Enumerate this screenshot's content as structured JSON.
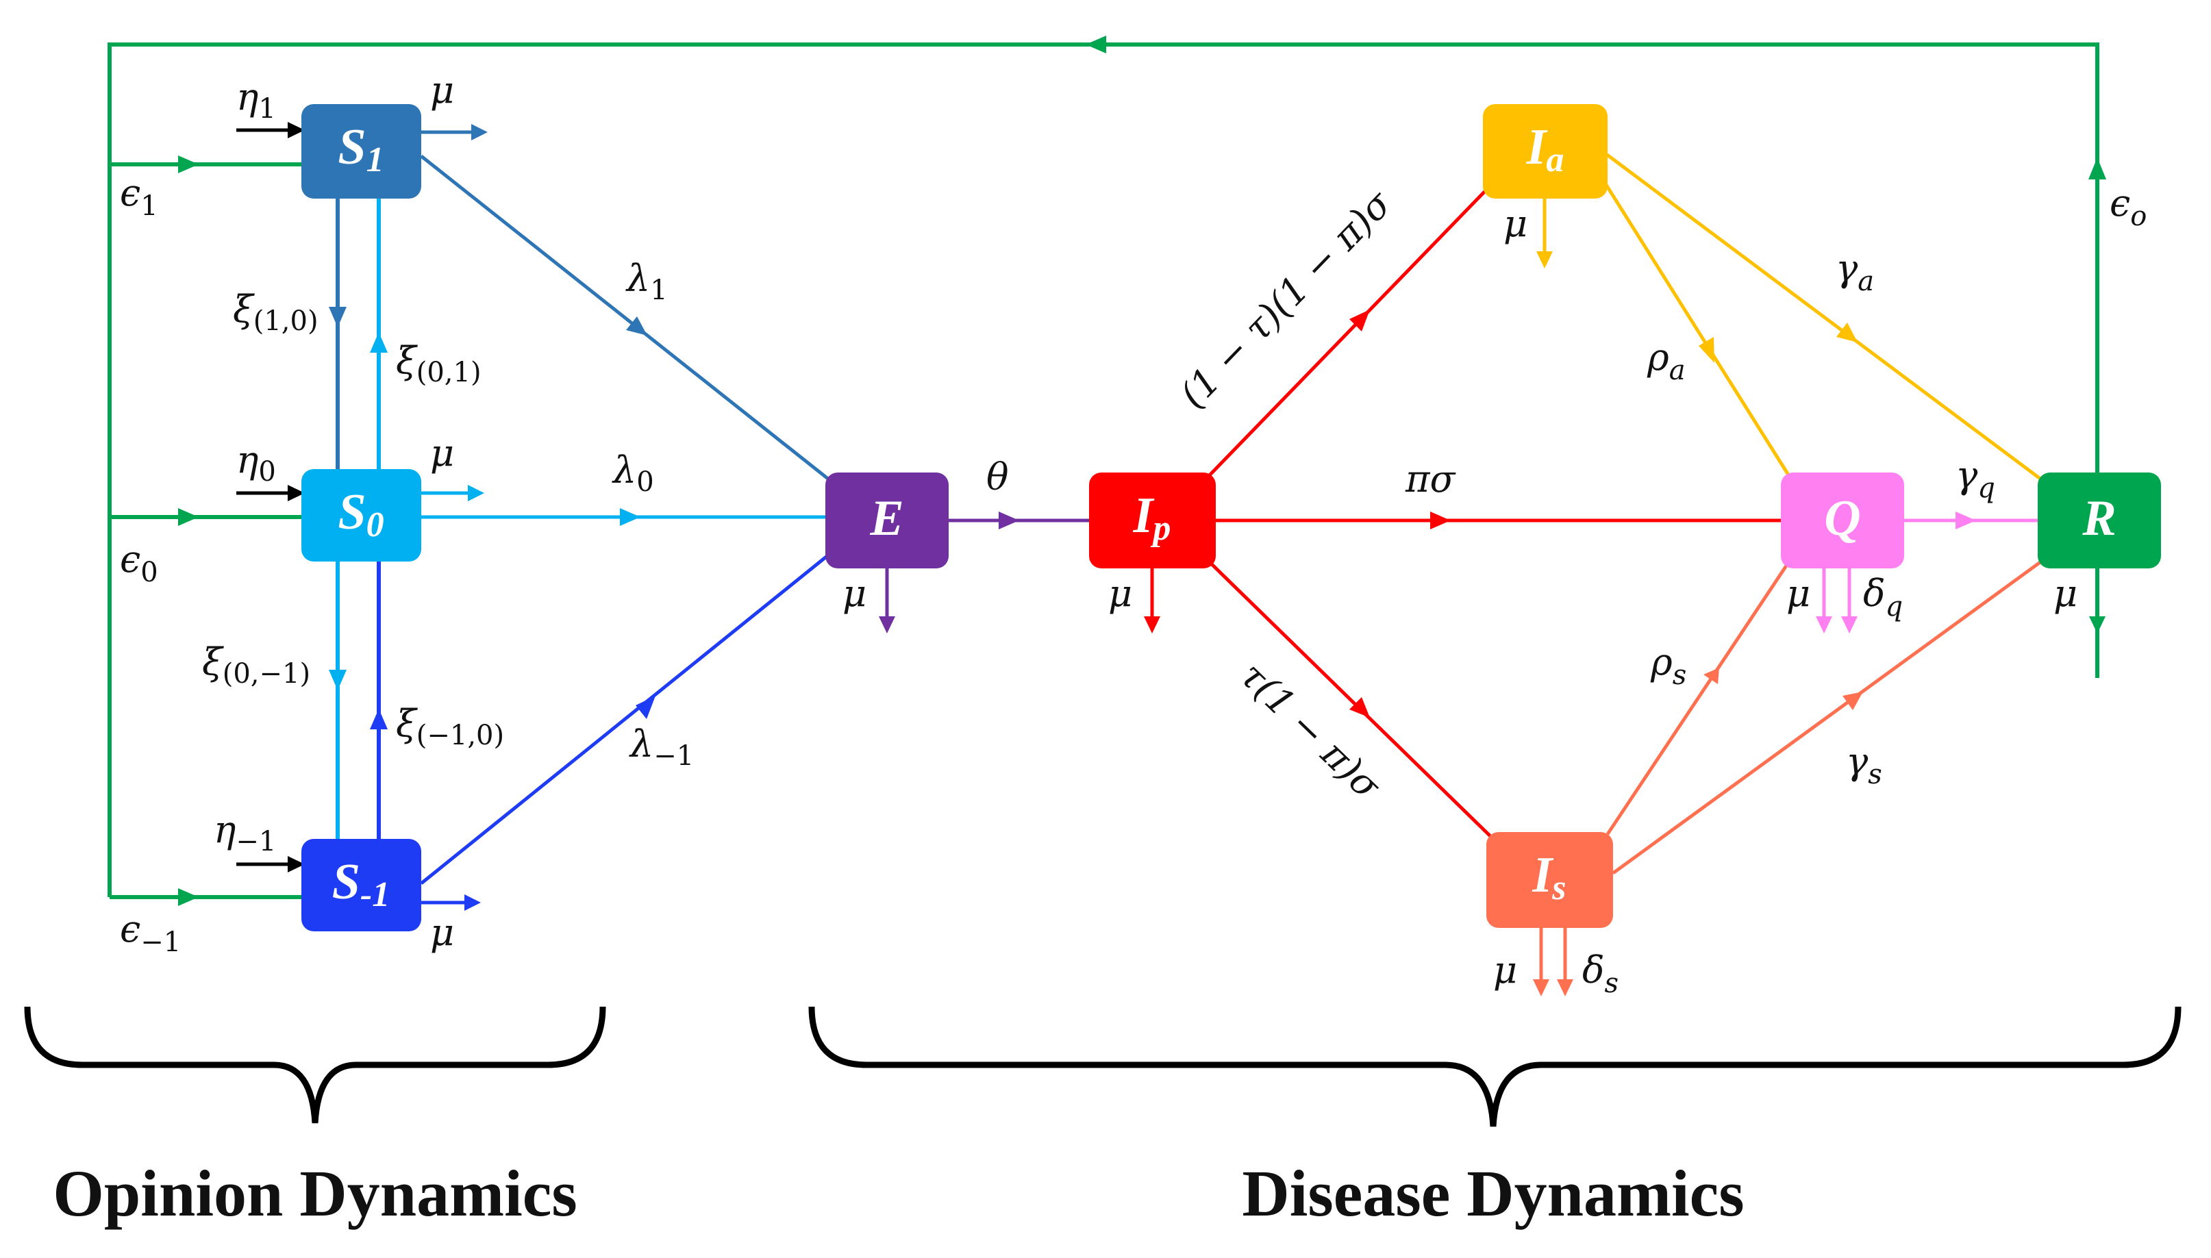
{
  "colors": {
    "s1": "#2E75B6",
    "s0": "#00B0F0",
    "sm1": "#1F3CF5",
    "e": "#7030A0",
    "ip": "#FF0000",
    "ia": "#FFC000",
    "q": "#FF80F0",
    "r": "#00A550",
    "is": "#FF7050",
    "green": "#00A550",
    "black": "#000000"
  },
  "nodes": {
    "s1": {
      "main": "S",
      "sub": "1"
    },
    "s0": {
      "main": "S",
      "sub": "0"
    },
    "sm1": {
      "main": "S",
      "sub": "-1"
    },
    "e": {
      "main": "E"
    },
    "ip": {
      "main": "I",
      "sub": "p"
    },
    "ia": {
      "main": "I",
      "sub": "a"
    },
    "q": {
      "main": "Q"
    },
    "r": {
      "main": "R"
    },
    "is": {
      "main": "I",
      "sub": "s"
    }
  },
  "labels": {
    "eta1": {
      "main": "η",
      "sub": "1"
    },
    "eta0": {
      "main": "η",
      "sub": "0"
    },
    "etam1": {
      "main": "η",
      "sub": "−1"
    },
    "eps1": {
      "main": "ϵ",
      "sub": "1"
    },
    "eps0": {
      "main": "ϵ",
      "sub": "0"
    },
    "epsm1": {
      "main": "ϵ",
      "sub": "−1"
    },
    "epso": {
      "main": "ϵ",
      "sub": "o"
    },
    "mu": "μ",
    "xi10": {
      "main": "ξ",
      "sub": "(1,0)"
    },
    "xi01": {
      "main": "ξ",
      "sub": "(0,1)"
    },
    "xi0m1": {
      "main": "ξ",
      "sub": "(0,−1)"
    },
    "xim10": {
      "main": "ξ",
      "sub": "(−1,0)"
    },
    "lam1": {
      "main": "λ",
      "sub": "1"
    },
    "lam0": {
      "main": "λ",
      "sub": "0"
    },
    "lamm1": {
      "main": "λ",
      "sub": "−1"
    },
    "theta": "θ",
    "pisigma": "πσ",
    "ip_ia": "(1 − τ)(1 − π)σ",
    "ip_is": "τ(1 − π)σ",
    "rho_a": {
      "main": "ρ",
      "sub": "a"
    },
    "rho_s": {
      "main": "ρ",
      "sub": "s"
    },
    "gamma_a": {
      "main": "γ",
      "sub": "a"
    },
    "gamma_s": {
      "main": "γ",
      "sub": "s"
    },
    "gamma_q": {
      "main": "γ",
      "sub": "q"
    },
    "delta_q": {
      "main": "δ",
      "sub": "q"
    },
    "delta_s": {
      "main": "δ",
      "sub": "s"
    }
  },
  "footer": {
    "opinion": "Opinion Dynamics",
    "disease": "Disease Dynamics"
  }
}
